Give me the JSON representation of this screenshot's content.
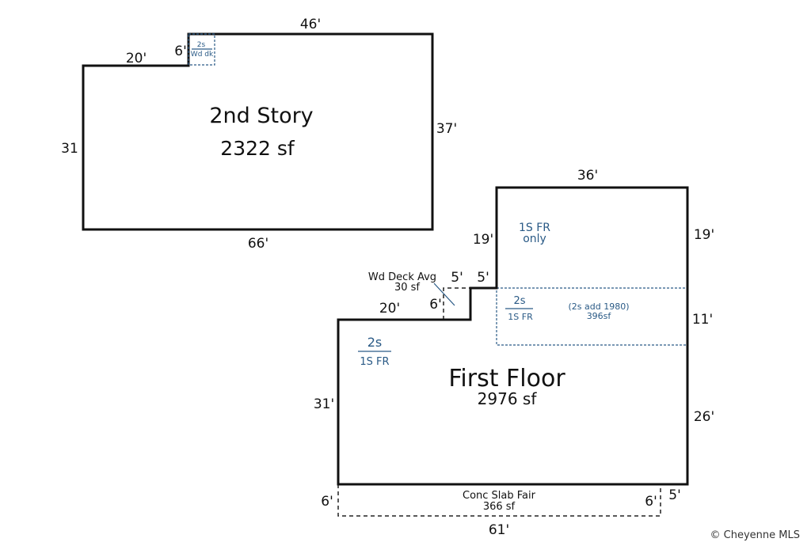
{
  "second_story": {
    "title": "2nd Story",
    "area": "2322 sf",
    "dims": {
      "top": "46'",
      "left_top": "20'",
      "notch": "6'",
      "left": "31",
      "right": "37'",
      "bottom": "66'"
    },
    "deck_label_top": "2s",
    "deck_label_bottom": "Wd dk"
  },
  "first_floor": {
    "title": "First Floor",
    "area": "2976 sf",
    "dims": {
      "top": "36'",
      "right_upper": "19'",
      "left_upper": "19'",
      "step_top": "5'",
      "step_left": "5'",
      "step_height": "6'",
      "left_top": "20'",
      "right_mid": "11'",
      "left": "31'",
      "right_lower": "26'",
      "slab_left": "6'",
      "slab_right": "6'",
      "slab_corner": "5'",
      "slab_bottom": "61'"
    },
    "only_label_1": "1S FR",
    "only_label_2": "only",
    "addition_frac_top": "2s",
    "addition_frac_bottom": "1S FR",
    "addition_note_1": "(2s add 1980)",
    "addition_note_2": "396sf",
    "main_frac_top": "2s",
    "main_frac_bottom": "1S FR",
    "deck_label": "Wd Deck Avg",
    "deck_area": "30 sf",
    "slab_label": "Conc Slab Fair",
    "slab_area": "366 sf"
  },
  "copyright": "© Cheyenne MLS",
  "colors": {
    "outline": "#111111",
    "annotation_blue": "#2a5a86"
  }
}
